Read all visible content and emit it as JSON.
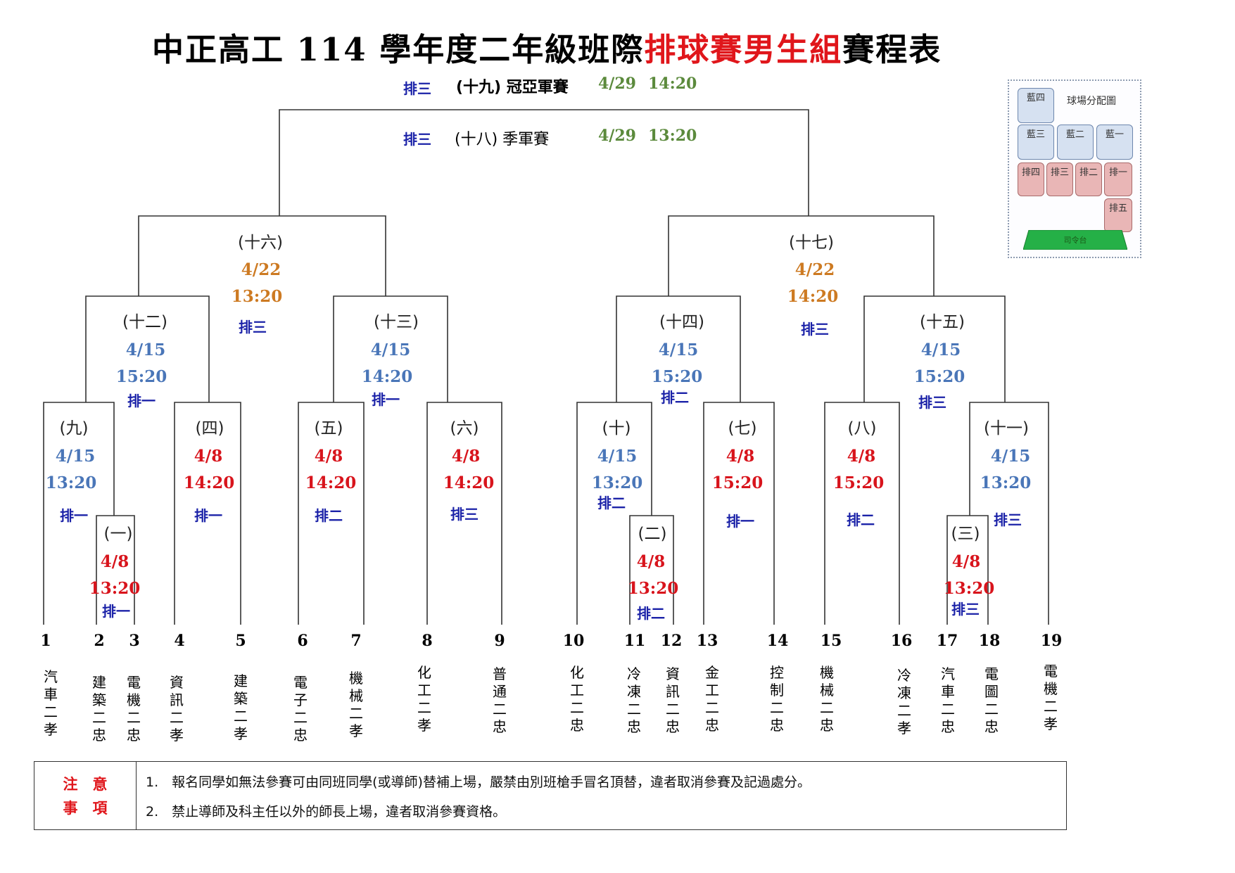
{
  "title": {
    "part1": "中正高工 114 學年度二年級班際",
    "part_red": "排球賽男生組",
    "part2": "賽程表"
  },
  "final": {
    "court": "排三",
    "name": "(十九) 冠亞軍賽",
    "date": "4/29",
    "time": "14:20"
  },
  "third_place": {
    "court": "排三",
    "name": "(十八) 季軍賽",
    "date": "4/29",
    "time": "13:20"
  },
  "matches": {
    "m1": {
      "label": "(一)",
      "date": "4/8",
      "time": "13:20",
      "court": "排一"
    },
    "m2": {
      "label": "(二)",
      "date": "4/8",
      "time": "13:20",
      "court": "排二"
    },
    "m3": {
      "label": "(三)",
      "date": "4/8",
      "time": "13:20",
      "court": "排三"
    },
    "m4": {
      "label": "(四)",
      "date": "4/8",
      "time": "14:20",
      "court": "排一"
    },
    "m5": {
      "label": "(五)",
      "date": "4/8",
      "time": "14:20",
      "court": "排二"
    },
    "m6": {
      "label": "(六)",
      "date": "4/8",
      "time": "14:20",
      "court": "排三"
    },
    "m7": {
      "label": "(七)",
      "date": "4/8",
      "time": "15:20",
      "court": "排一"
    },
    "m8": {
      "label": "(八)",
      "date": "4/8",
      "time": "15:20",
      "court": "排二"
    },
    "m9": {
      "label": "(九)",
      "date": "4/15",
      "time": "13:20",
      "court": "排一"
    },
    "m10": {
      "label": "(十)",
      "date": "4/15",
      "time": "13:20",
      "court": "排二"
    },
    "m11": {
      "label": "(十一)",
      "date": "4/15",
      "time": "13:20",
      "court": "排三"
    },
    "m12": {
      "label": "(十二)",
      "date": "4/15",
      "time": "15:20",
      "court": "排一"
    },
    "m13": {
      "label": "(十三)",
      "date": "4/15",
      "time": "14:20",
      "court": "排一"
    },
    "m14": {
      "label": "(十四)",
      "date": "4/15",
      "time": "15:20",
      "court": "排二"
    },
    "m15": {
      "label": "(十五)",
      "date": "4/15",
      "time": "15:20",
      "court": "排三"
    },
    "m16": {
      "label": "(十六)",
      "date": "4/22",
      "time": "13:20",
      "court": "排三"
    },
    "m17": {
      "label": "(十七)",
      "date": "4/22",
      "time": "14:20",
      "court": "排三"
    }
  },
  "teams": [
    {
      "seed": "1",
      "name": "汽車二孝"
    },
    {
      "seed": "2",
      "name": "建築二忠"
    },
    {
      "seed": "3",
      "name": "電機二忠"
    },
    {
      "seed": "4",
      "name": "資訊二孝"
    },
    {
      "seed": "5",
      "name": "建築二孝"
    },
    {
      "seed": "6",
      "name": "電子二忠"
    },
    {
      "seed": "7",
      "name": "機械二孝"
    },
    {
      "seed": "8",
      "name": "化工二孝"
    },
    {
      "seed": "9",
      "name": "普通二忠"
    },
    {
      "seed": "10",
      "name": "化工二忠"
    },
    {
      "seed": "11",
      "name": "冷凍二忠"
    },
    {
      "seed": "12",
      "name": "資訊二忠"
    },
    {
      "seed": "13",
      "name": "金工二忠"
    },
    {
      "seed": "14",
      "name": "控制二忠"
    },
    {
      "seed": "15",
      "name": "機械二忠"
    },
    {
      "seed": "16",
      "name": "冷凍二孝"
    },
    {
      "seed": "17",
      "name": "汽車二忠"
    },
    {
      "seed": "18",
      "name": "電圖二忠"
    },
    {
      "seed": "19",
      "name": "電機二孝"
    }
  ],
  "notes": {
    "heading_line1": "注　意",
    "heading_line2": "事　項",
    "items": [
      "1.　報名同學如無法參賽可由同班同學(或導師)替補上場，嚴禁由別班槍手冒名頂替，違者取消參賽及記過處分。",
      "2.　禁止導師及科主任以外的師長上場，違者取消參賽資格。"
    ]
  },
  "court_map": {
    "title": "球場分配圖",
    "courts": [
      "藍四",
      "藍三",
      "藍二",
      "藍一",
      "排四",
      "排三",
      "排二",
      "排一",
      "排五"
    ],
    "stage": "司令台"
  },
  "colors": {
    "title_red": "#e0161b",
    "court_blue": "#1b22a8",
    "r1_red": "#d8141c",
    "r2_blue": "#4a76b8",
    "r3_orange": "#cd7a22",
    "final_green": "#5b8a3c"
  }
}
